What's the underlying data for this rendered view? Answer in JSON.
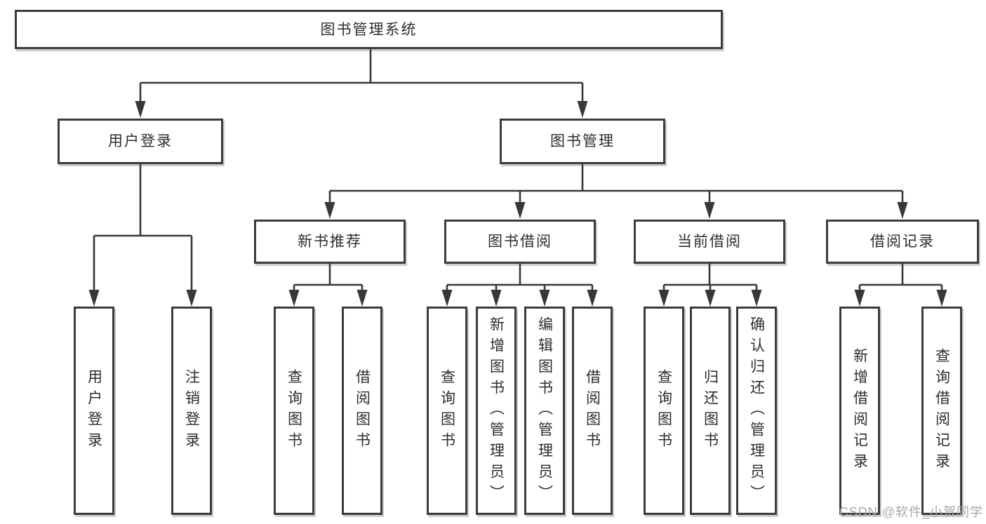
{
  "colors": {
    "line": "#383838",
    "box_border": "#3c3c3c",
    "text": "#2d2d2d",
    "watermark": "#a7a7af"
  },
  "nodes": {
    "root": {
      "label": "图书管理系统"
    },
    "user_login": {
      "label": "用户登录",
      "children": [
        {
          "label": "用户登录"
        },
        {
          "label": "注销登录"
        }
      ]
    },
    "book_mgmt": {
      "label": "图书管理",
      "children": [
        {
          "label": "新书推荐",
          "children": [
            {
              "label": "查询图书"
            },
            {
              "label": "借阅图书"
            }
          ]
        },
        {
          "label": "图书借阅",
          "children": [
            {
              "label": "查询图书"
            },
            {
              "label": "新增图书（管理员）"
            },
            {
              "label": "编辑图书（管理员）"
            },
            {
              "label": "借阅图书"
            }
          ]
        },
        {
          "label": "当前借阅",
          "children": [
            {
              "label": "查询图书"
            },
            {
              "label": "归还图书"
            },
            {
              "label": "确认归还（管理员）"
            }
          ]
        },
        {
          "label": "借阅记录",
          "children": [
            {
              "label": "新增借阅记录"
            },
            {
              "label": "查询借阅记录"
            }
          ]
        }
      ]
    }
  },
  "watermark": {
    "text": "CSDN @软件_小贺同学"
  }
}
